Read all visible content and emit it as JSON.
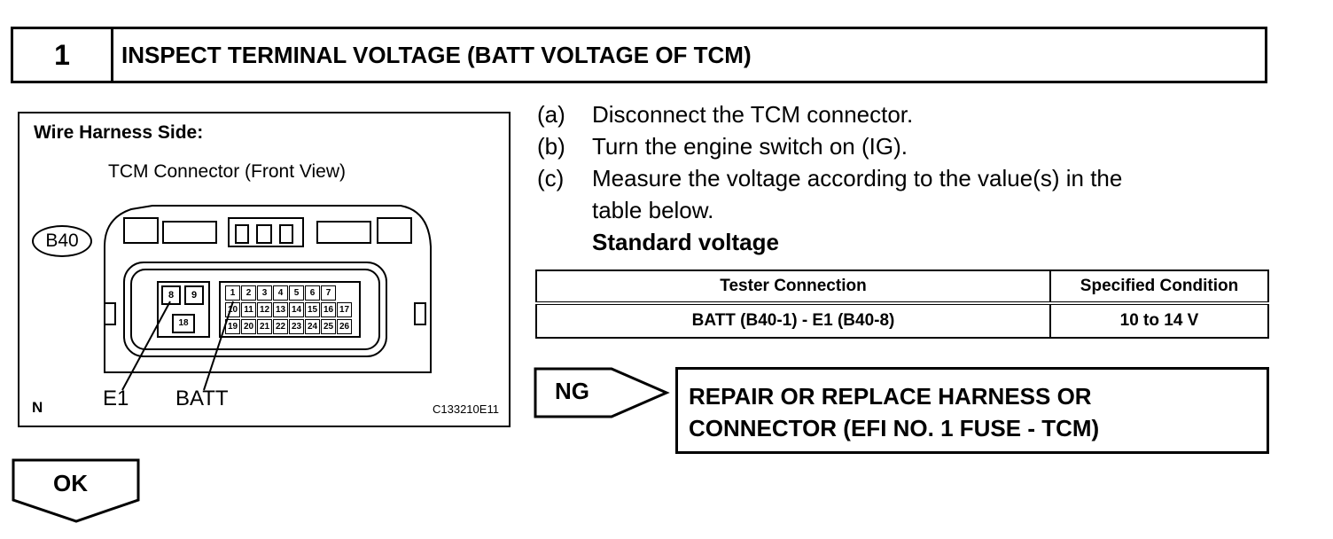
{
  "step": {
    "number": "1",
    "title": "INSPECT TERMINAL VOLTAGE (BATT VOLTAGE OF TCM)"
  },
  "diagram": {
    "side_label": "Wire Harness Side:",
    "connector_title": "TCM Connector (Front View)",
    "connector_id": "B40",
    "terminals_row1_left": [
      "8",
      "9"
    ],
    "terminals_row1_right": [
      "1",
      "2",
      "3",
      "4",
      "5",
      "6",
      "7"
    ],
    "terminals_row2": [
      "10",
      "11",
      "12",
      "13",
      "14",
      "15",
      "16",
      "17"
    ],
    "terminal_row3_left": "18",
    "terminals_row3": [
      "19",
      "20",
      "21",
      "22",
      "23",
      "24",
      "25",
      "26"
    ],
    "label_e1": "E1",
    "label_batt": "BATT",
    "corner_mark": "N",
    "figure_code": "C133210E11"
  },
  "instructions": [
    {
      "letter": "(a)",
      "text": "Disconnect the TCM connector."
    },
    {
      "letter": "(b)",
      "text": "Turn the engine switch on (IG)."
    },
    {
      "letter": "(c)",
      "text": "Measure the voltage according to the value(s) in the"
    },
    {
      "letter": "",
      "text": "table below."
    }
  ],
  "standard_label": "Standard voltage",
  "table": {
    "headers": [
      "Tester Connection",
      "Specified Condition"
    ],
    "rows": [
      [
        "BATT (B40-1) - E1 (B40-8)",
        "10 to 14 V"
      ]
    ]
  },
  "ng": {
    "label": "NG",
    "action_line1": "REPAIR OR REPLACE HARNESS OR",
    "action_line2": "CONNECTOR (EFI NO. 1 FUSE - TCM)"
  },
  "ok": {
    "label": "OK"
  }
}
